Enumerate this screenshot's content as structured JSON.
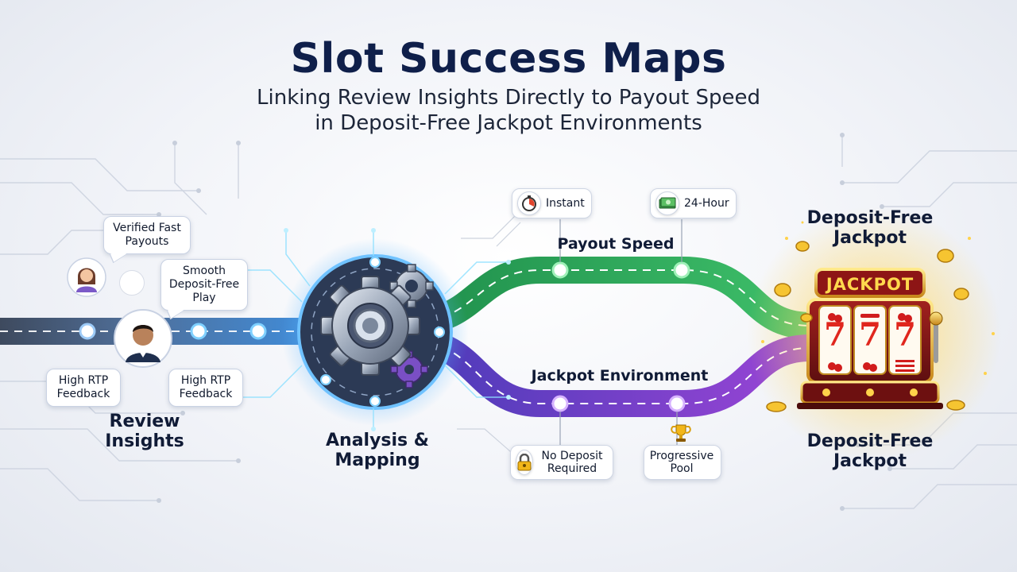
{
  "header": {
    "title": "Slot Success Maps",
    "subtitle_line1": "Linking Review Insights Directly to Payout Speed",
    "subtitle_line2": "in Deposit-Free Jackpot Environments"
  },
  "review_section": {
    "bubble_verified": "Verified Fast Payouts",
    "bubble_smooth": "Smooth Deposit-Free Play",
    "bubble_rtp_left": "High RTP Feedback",
    "bubble_rtp_right": "High RTP Feedback",
    "label": "Review Insights"
  },
  "analysis_section": {
    "label": "Analysis & Mapping"
  },
  "payout_track": {
    "label": "Payout Speed",
    "tag_instant": "Instant",
    "tag_24h": "24-Hour"
  },
  "jackpot_track": {
    "label": "Jackpot Environment",
    "tag_no_deposit": "No Deposit Required",
    "tag_progressive": "Progressive Pool"
  },
  "jackpot_machine": {
    "sign": "JACKPOT",
    "reels": [
      "7",
      "7",
      "7"
    ],
    "label_top": "Deposit-Free Jackpot",
    "label_bottom": "Deposit-Free Jackpot"
  },
  "colors": {
    "review_track": "#3b8fe8",
    "payout_track": "#2fa75a",
    "jackpot_track": "#7a3fd0",
    "title": "#0f1f4a"
  },
  "icons": [
    "user-avatar-female",
    "user-avatar-male",
    "gear-icon",
    "stopwatch-icon",
    "cash-icon",
    "lock-icon",
    "trophy-icon",
    "slot-machine-icon",
    "coin-icon",
    "cherry-icon"
  ]
}
